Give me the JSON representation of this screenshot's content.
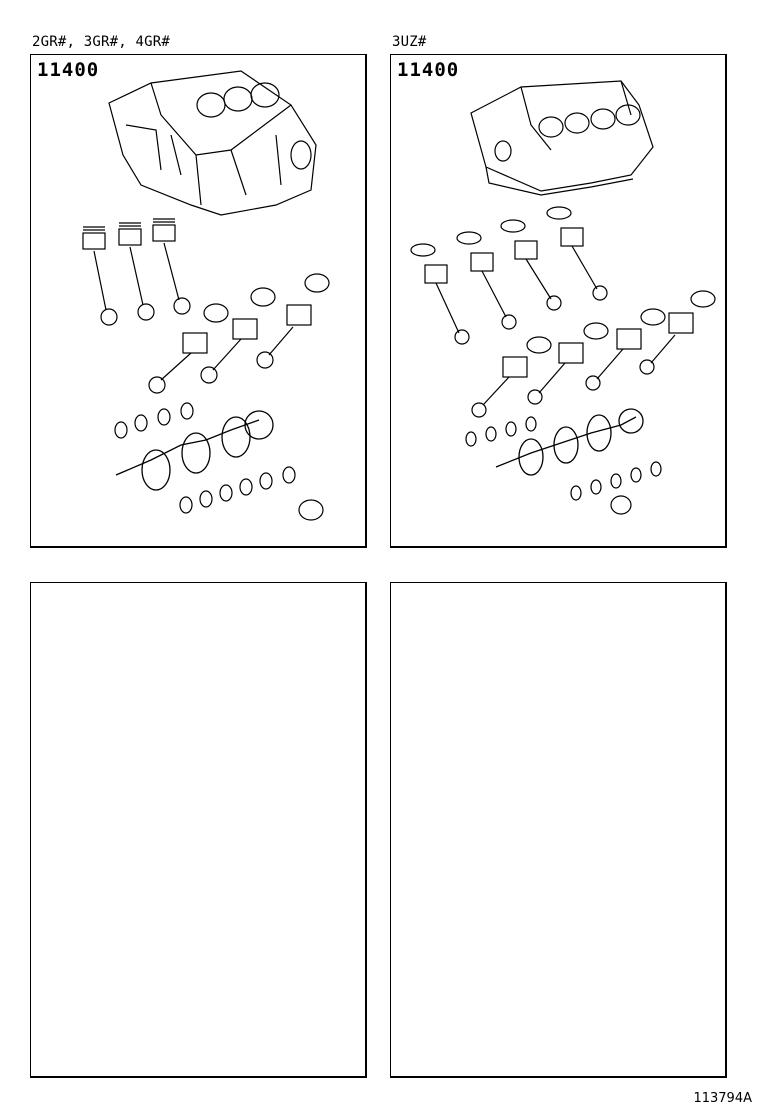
{
  "panels": [
    {
      "caption": "2GR#, 3GR#, 4GR#",
      "part_number": "11400"
    },
    {
      "caption": "3UZ#",
      "part_number": "11400"
    },
    {
      "caption": "",
      "part_number": ""
    },
    {
      "caption": "",
      "part_number": ""
    }
  ],
  "footer": {
    "illustration_id": "113794A"
  },
  "icons": [
    "v6-engine-block-icon",
    "v8-engine-block-icon",
    "piston-icon",
    "connecting-rod-icon",
    "crankshaft-icon",
    "bearing-icon"
  ]
}
